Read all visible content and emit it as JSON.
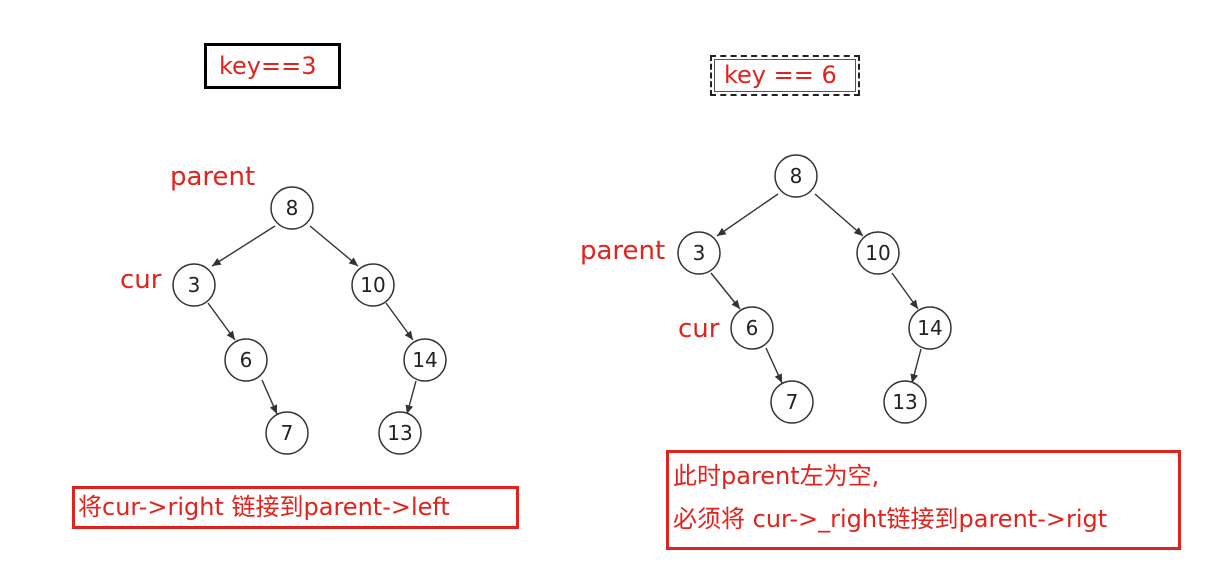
{
  "left_panel": {
    "key_label": "key==3",
    "caption": "将cur->right 链接到parent->left",
    "parent_label": "parent",
    "cur_label": "cur",
    "nodes": [
      "8",
      "3",
      "10",
      "6",
      "14",
      "7",
      "13"
    ]
  },
  "right_panel": {
    "key_label": "key == 6",
    "caption_line1": "此时parent左为空,",
    "caption_line2": "必须将 cur->_right链接到parent->rigt",
    "parent_label": "parent",
    "cur_label": "cur",
    "nodes": [
      "8",
      "3",
      "10",
      "6",
      "14",
      "7",
      "13"
    ]
  },
  "colors": {
    "accent": "#e0231c",
    "border": "#000000",
    "node_stroke": "#333333"
  }
}
